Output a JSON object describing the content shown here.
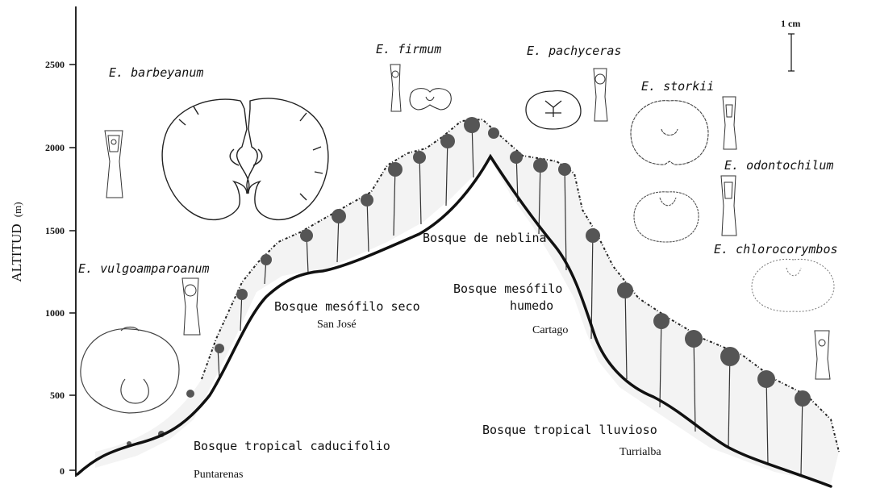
{
  "axis": {
    "label": "ALTITUD",
    "unit": "(m)",
    "ticks": [
      "2500",
      "2000",
      "1500",
      "1000",
      "500",
      "0"
    ]
  },
  "scale_bar": {
    "label": "1 cm"
  },
  "species": {
    "barbeyanum": "E. barbeyanum",
    "firmum": "E. firmum",
    "pachyceras": "E. pachyceras",
    "storkii": "E. storkii",
    "odontochilum": "E. odontochilum",
    "chlorocorymbos": "E. chlorocorymbos",
    "vulgoamparoanum": "E. vulgoamparoanum"
  },
  "zones": {
    "neblina": "Bosque de neblina",
    "mesofilo_seco": "Bosque mesófilo seco",
    "mesofilo_humedo_1": "Bosque mesófilo",
    "mesofilo_humedo_2": "humedo",
    "tropical_caducifolio": "Bosque tropical caducifolio",
    "tropical_lluvioso": "Bosque tropical lluvioso"
  },
  "places": {
    "san_jose": "San José",
    "cartago": "Cartago",
    "puntarenas": "Puntarenas",
    "turrialba": "Turrialba"
  }
}
